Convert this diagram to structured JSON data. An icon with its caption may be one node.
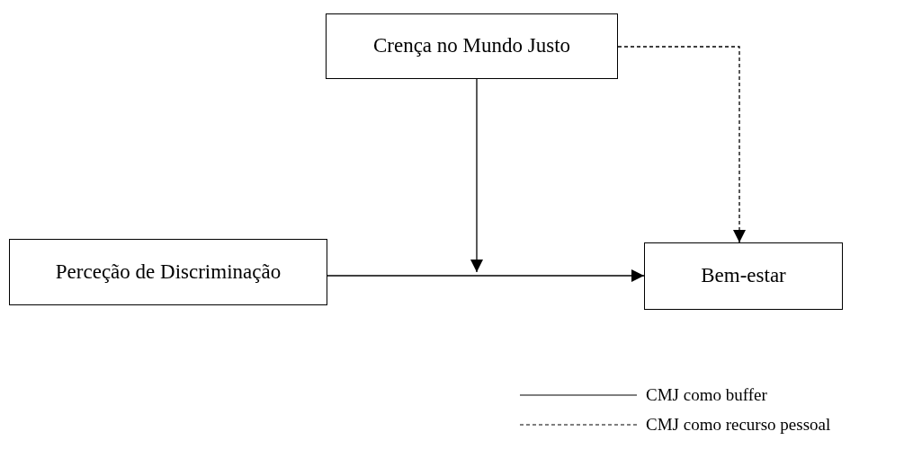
{
  "diagram": {
    "nodes": [
      {
        "text": [
          "Crença no Mundo Justo"
        ]
      },
      {
        "text": [
          "Perceção de Discriminação"
        ]
      },
      {
        "text": [
          "Bem-estar"
        ]
      }
    ],
    "edges": [
      {
        "from": 1,
        "to": 2,
        "arrow": "to"
      },
      {
        "from": 0,
        "to": null,
        "arrow": "to"
      },
      {
        "from": 0,
        "to": 2,
        "arrow": "to",
        "style": "dashed"
      }
    ],
    "legend": [
      {
        "text": "CMJ como buffer"
      },
      {
        "text": "CMJ como recurso pessoal"
      }
    ]
  }
}
